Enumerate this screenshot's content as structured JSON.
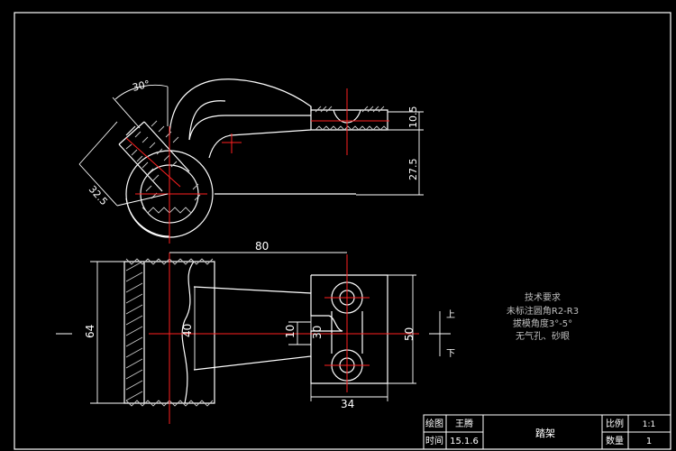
{
  "colors": {
    "background": "#000000",
    "outline": "#ffffff",
    "centerline": "#ff2020",
    "hatch": "#c8c8c8",
    "notes": "#bfbfbf"
  },
  "dimensions": {
    "angle": "30°",
    "diag_length": "32.5",
    "height_275": "27.5",
    "thickness_105": "10.5",
    "width_80": "80",
    "height_64": "64",
    "height_40": "40",
    "height_10": "10",
    "height_30": "30",
    "height_50": "50",
    "width_34": "34"
  },
  "view_labels": {
    "up": "上",
    "down": "下"
  },
  "notes": {
    "title": "技术要求",
    "lines": [
      "未标注圆角R2-R3",
      "拔模角度3°-5°",
      "无气孔、砂眼"
    ]
  },
  "title_block": {
    "drawn_label": "绘图",
    "drawn_name": "王腾",
    "date_label": "时间",
    "date_value": "15.1.6",
    "part_name": "踏架",
    "scale_label": "比例",
    "scale_value": "1:1",
    "qty_label": "数量",
    "qty_value": "1"
  }
}
